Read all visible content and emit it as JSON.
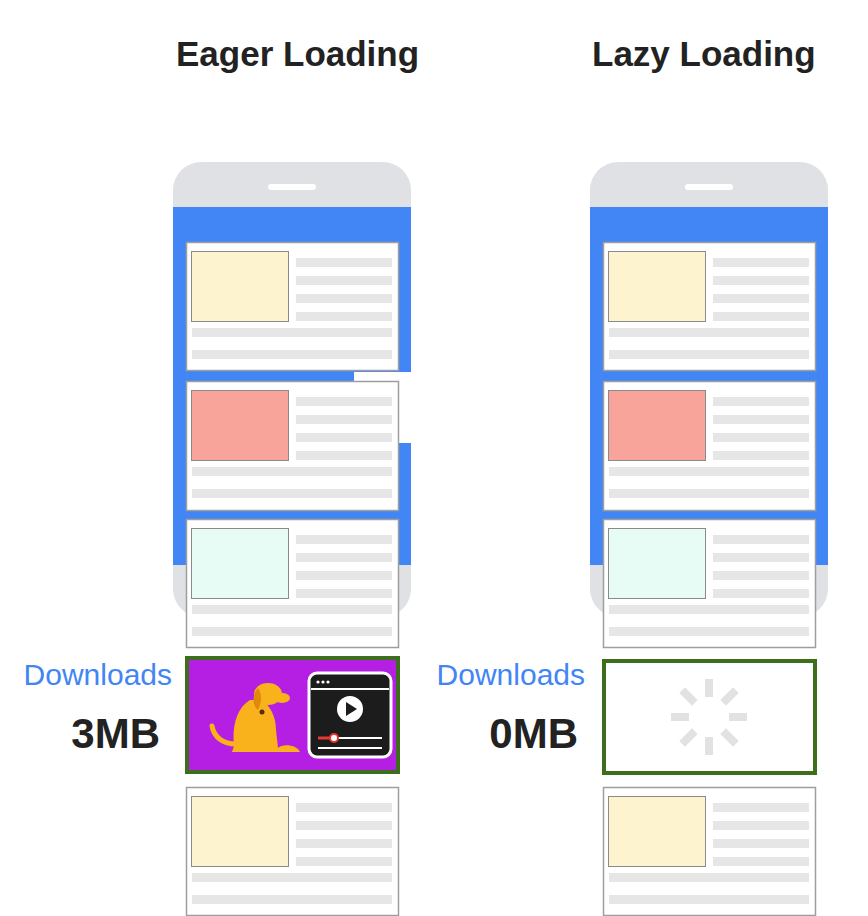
{
  "diagram": {
    "labels": [
      "Eager Loading",
      "Lazy Loading",
      "Downloads",
      "3MB",
      "Downloads",
      "0MB"
    ]
  }
}
